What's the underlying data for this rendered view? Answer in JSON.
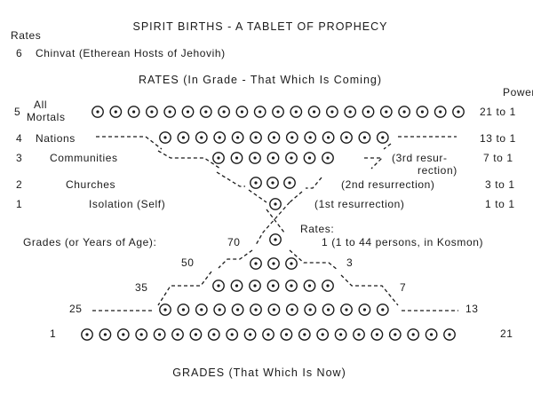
{
  "title": "SPIRIT BIRTHS - A TABLET OF PROPHECY",
  "rates_label": "Rates",
  "chinvat": {
    "num": "6",
    "text": "Chinvat (Etherean Hosts of Jehovih)"
  },
  "upper_title": "RATES (In Grade - That Which Is Coming)",
  "power_label": "Power",
  "rows": [
    {
      "num": "5",
      "label_line1": "All",
      "label_line2": "Mortals",
      "power": "21 to 1"
    },
    {
      "num": "4",
      "label": "Nations",
      "power": "13 to 1"
    },
    {
      "num": "3",
      "label": "Communities",
      "note_line1": "(3rd resur-",
      "note_line2": "rection)",
      "power": "7 to 1"
    },
    {
      "num": "2",
      "label": "Churches",
      "note": "(2nd resurrection)",
      "power": "3 to 1"
    },
    {
      "num": "1",
      "label": "Isolation (Self)",
      "note": "(1st resurrection)",
      "power": "1 to 1"
    }
  ],
  "grades_label": "Grades (or Years of Age):",
  "rates_sub_label": "Rates:",
  "rates_sub_note": "1  (1 to 44 persons, in Kosmon)",
  "lower_left_labels": [
    "70",
    "50",
    "35",
    "25",
    "1"
  ],
  "lower_right_labels": [
    "3",
    "7",
    "13",
    "21"
  ],
  "bottom_title": "GRADES (That Which Is Now)"
}
